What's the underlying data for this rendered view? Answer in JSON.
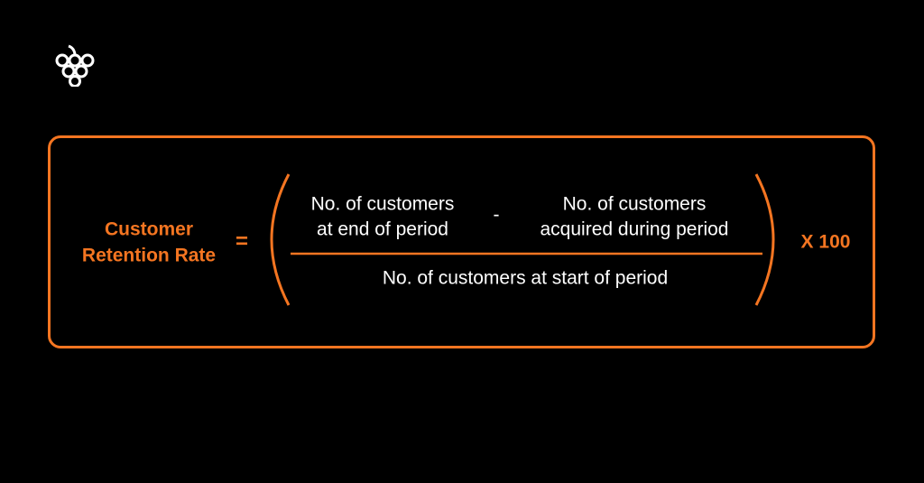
{
  "logo": {
    "icon": "grapes-icon"
  },
  "formula": {
    "lhs": {
      "line1": "Customer",
      "line2": "Retention Rate"
    },
    "equals": "=",
    "numerator": {
      "term1": {
        "line1": "No. of customers",
        "line2": "at end of period"
      },
      "operator": "-",
      "term2": {
        "line1": "No. of customers",
        "line2": "acquired during period"
      }
    },
    "denominator": "No. of customers at start of period",
    "multiplier": "X 100"
  },
  "colors": {
    "accent": "#f47521",
    "background": "#000000",
    "text": "#ffffff"
  }
}
